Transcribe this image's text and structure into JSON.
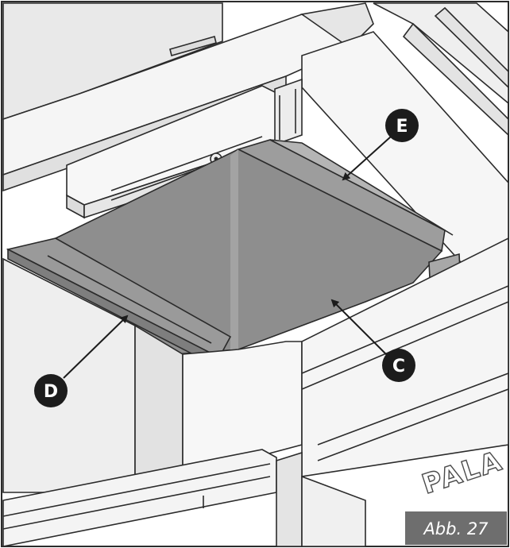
{
  "figure": {
    "label": "Abb. 27",
    "brand_fragment": "PALA"
  },
  "callouts": [
    {
      "id": "E",
      "text": "E"
    },
    {
      "id": "C",
      "text": "C"
    },
    {
      "id": "D",
      "text": "D"
    }
  ],
  "colors": {
    "line": "#2b2b2b",
    "panel_light": "#f4f4f4",
    "panel_mid": "#e4e4e4",
    "tray_fill": "#8e8e8e",
    "tray_shade": "#9a9a9a",
    "badge": "#1c1c1c",
    "label_bg": "#6e6e6e"
  }
}
